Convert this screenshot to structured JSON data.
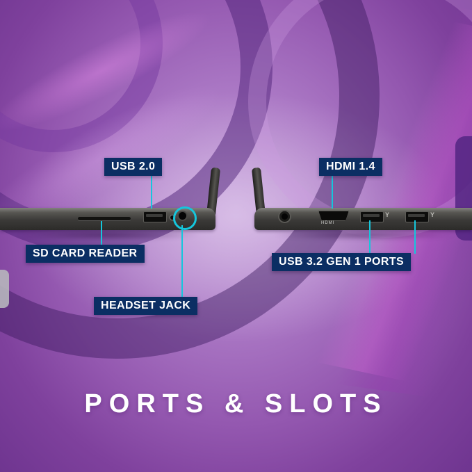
{
  "title": "PORTS & SLOTS",
  "callouts": {
    "usb20": "USB 2.0",
    "hdmi14": "HDMI 1.4",
    "sd_card_reader": "SD CARD READER",
    "headset_jack": "HEADSET JACK",
    "usb32_gen1": "USB 3.2 GEN 1 PORTS"
  },
  "markings": {
    "hdmi": "HDMI"
  },
  "colors": {
    "background_purple": "#9458b0",
    "label_background": "#0b2e63",
    "label_text": "#ffffff",
    "callout_line": "#15c6dc",
    "title_text": "#ffffff",
    "laptop_body": "#3b3a38"
  }
}
